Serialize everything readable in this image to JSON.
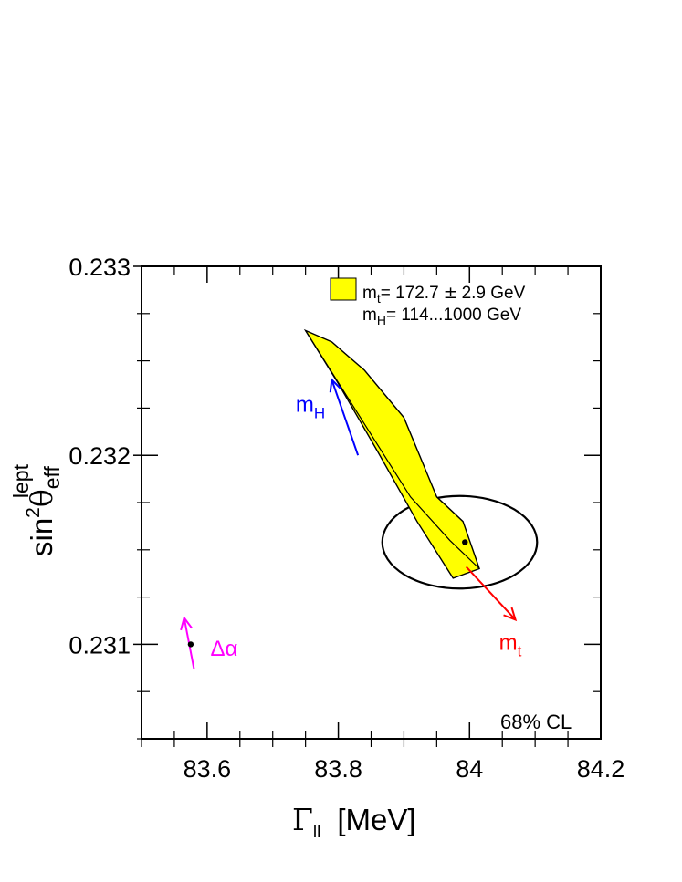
{
  "chart_data": {
    "type": "scatter",
    "x_axis": {
      "label_symbol": "Γ",
      "label_subscript": "ll",
      "label_unit": "[MeV]",
      "range": [
        83.5,
        84.2
      ],
      "ticks": [
        83.6,
        83.8,
        84,
        84.2
      ],
      "tick_labels": [
        "83.6",
        "83.8",
        "84",
        "84.2"
      ]
    },
    "y_axis": {
      "label_main": "sin",
      "label_power": "2",
      "label_theta": "θ",
      "label_subscript": "eff",
      "label_superscript": "lept",
      "range": [
        0.2305,
        0.233
      ],
      "ticks": [
        0.231,
        0.232,
        0.233
      ],
      "tick_labels": [
        "0.231",
        "0.232",
        "0.233"
      ]
    },
    "legend": {
      "placement": "top-right",
      "color": "#ffff00",
      "line1_mass": "m",
      "line1_sub": "t",
      "line1_value": "= 172.7",
      "line1_pm": "±",
      "line1_rest": "2.9 GeV",
      "line2_mass": "m",
      "line2_sub": "H",
      "line2_value": "= 114...1000 GeV"
    },
    "sm_band": {
      "color": "#ffff00",
      "outline": [
        [
          83.75,
          0.23266
        ],
        [
          83.8,
          0.23238
        ],
        [
          83.86,
          0.23202
        ],
        [
          83.92,
          0.23165
        ],
        [
          83.975,
          0.23135
        ],
        [
          84.015,
          0.2314
        ],
        [
          83.99,
          0.23165
        ],
        [
          83.95,
          0.23178
        ],
        [
          83.9,
          0.2322
        ],
        [
          83.84,
          0.23245
        ],
        [
          83.79,
          0.2326
        ]
      ],
      "center_line": [
        [
          83.75,
          0.23266
        ],
        [
          83.83,
          0.23222
        ],
        [
          83.91,
          0.23178
        ],
        [
          83.97,
          0.23155
        ],
        [
          84.015,
          0.2314
        ]
      ],
      "point": [
        83.993,
        0.23154
      ]
    },
    "ellipse_68cl": {
      "center": [
        83.985,
        0.23154
      ],
      "half_width": 0.118,
      "half_height": 0.000245,
      "label": "68% CL"
    },
    "arrows": [
      {
        "name": "m-h-arrow",
        "color": "#0000ff",
        "from": [
          83.83,
          0.232
        ],
        "to": [
          83.79,
          0.2324
        ],
        "label_main": "m",
        "label_sub": "H",
        "label_at": [
          83.735,
          0.23223
        ]
      },
      {
        "name": "m-t-arrow",
        "color": "#ff0000",
        "from": [
          83.995,
          0.23141
        ],
        "to": [
          84.07,
          0.23113
        ],
        "label_main": "m",
        "label_sub": "t",
        "label_at": [
          84.045,
          0.23097
        ]
      },
      {
        "name": "delta-alpha-arrow",
        "color": "#ff00ff",
        "from": [
          83.58,
          0.23087
        ],
        "to": [
          83.565,
          0.23114
        ],
        "label_main": "Δα",
        "label_at": [
          83.605,
          0.23094
        ]
      }
    ],
    "delta_alpha_point": [
      83.575,
      0.231
    ],
    "grid": false
  }
}
